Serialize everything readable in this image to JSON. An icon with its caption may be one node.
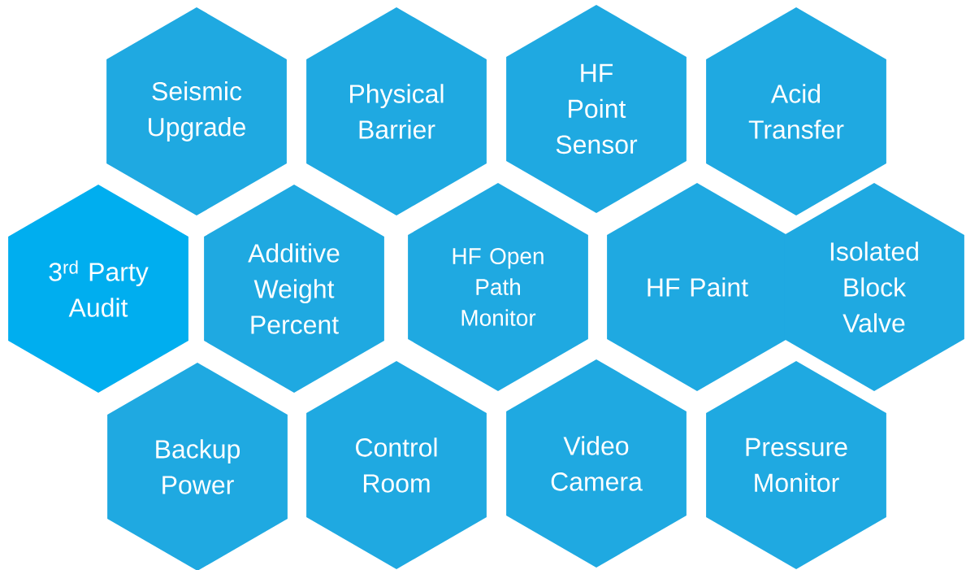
{
  "diagram": {
    "nodes": [
      {
        "text": [
          "Seismic Upgrade"
        ]
      },
      {
        "text": [
          "Physical Barrier"
        ]
      },
      {
        "text": [
          "HF Point Sensor"
        ]
      },
      {
        "text": [
          "Acid Transfer"
        ]
      },
      {
        "text": [
          "3$^{rd}$ Party Audit"
        ]
      },
      {
        "text": [
          "Additive Weight Percent"
        ]
      },
      {
        "text": [
          "HF Open Path Monitor"
        ]
      },
      {
        "text": [
          "HF Paint"
        ]
      },
      {
        "text": [
          "Isolated Block Valve"
        ]
      },
      {
        "text": [
          "Backup Power"
        ]
      },
      {
        "text": [
          "Control Room"
        ]
      },
      {
        "text": [
          "Video Camera"
        ]
      },
      {
        "text": [
          "Pressure Monitor"
        ]
      }
    ]
  }
}
